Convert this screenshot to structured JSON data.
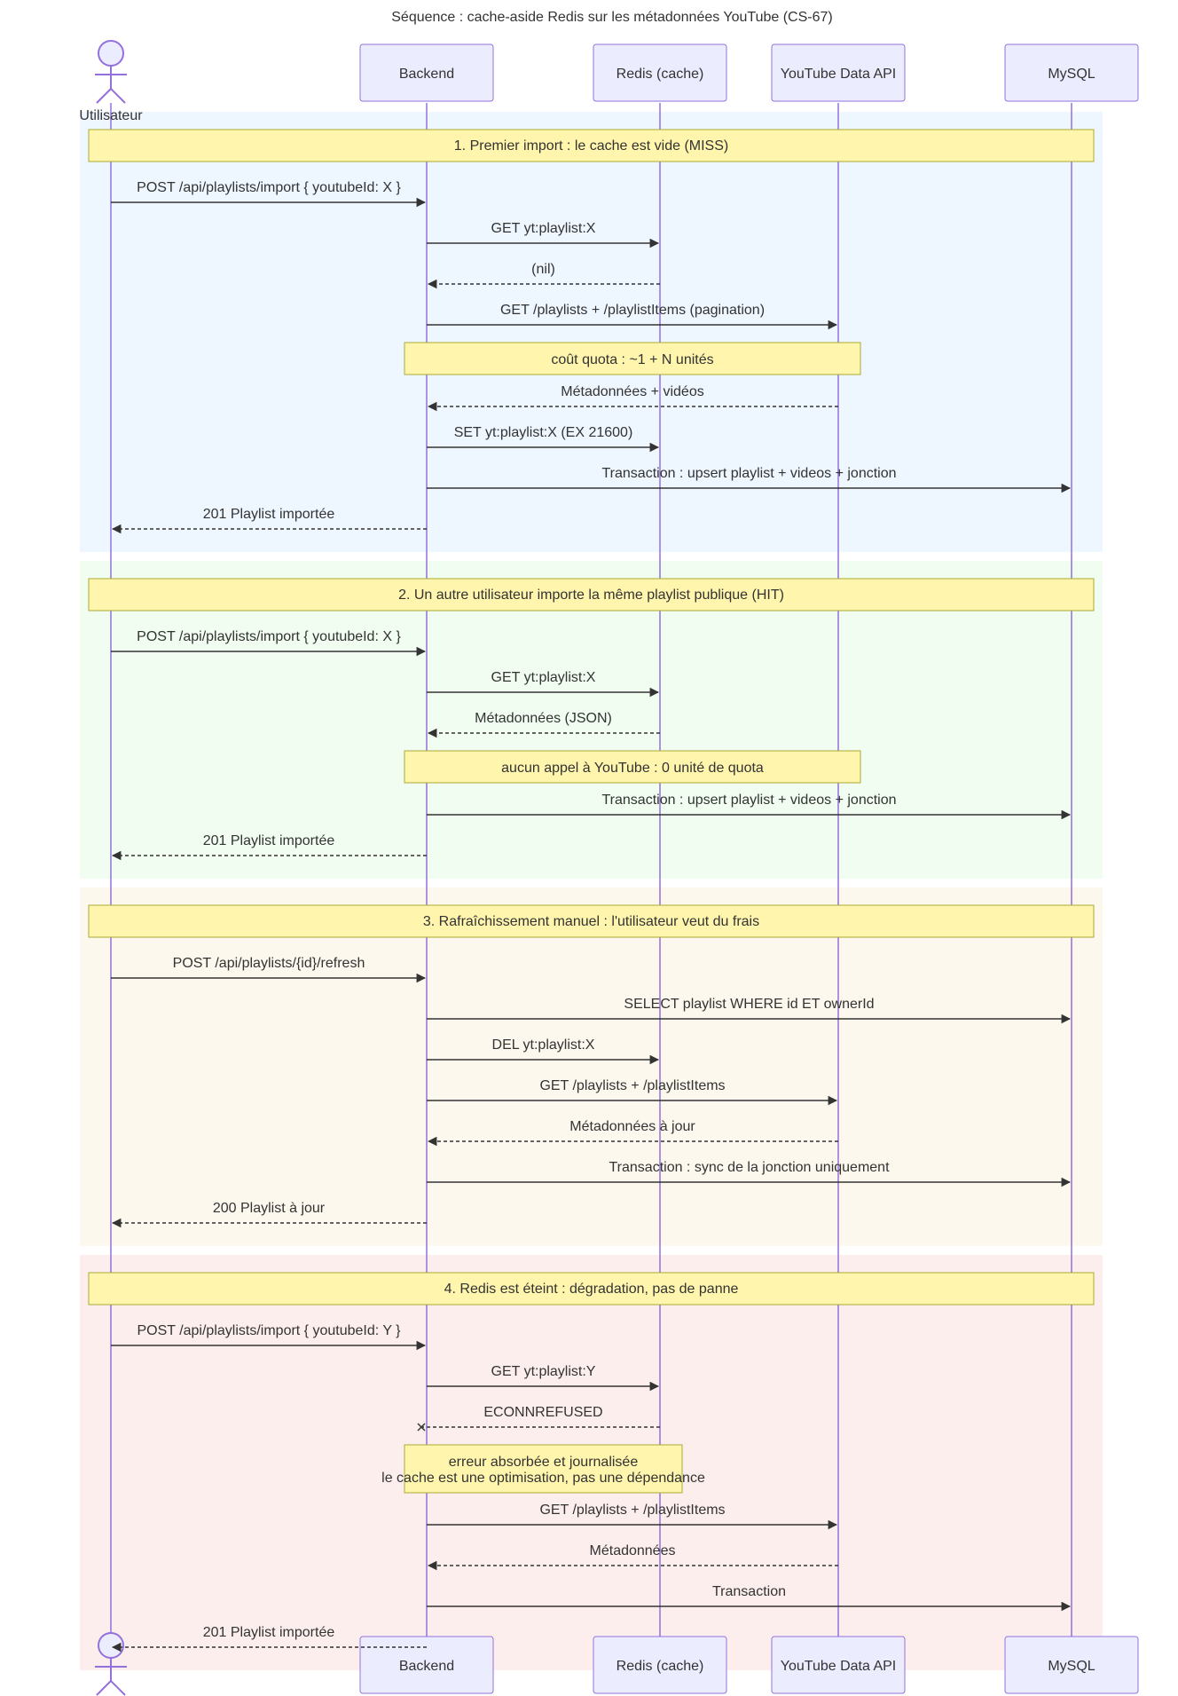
{
  "title": "Séquence : cache-aside Redis sur les métadonnées YouTube (CS-67)",
  "participants": [
    {
      "id": "user",
      "label": "Utilisateur",
      "kind": "actor"
    },
    {
      "id": "backend",
      "label": "Backend",
      "kind": "box"
    },
    {
      "id": "redis",
      "label": "Redis (cache)",
      "kind": "box"
    },
    {
      "id": "yt",
      "label": "YouTube Data API",
      "kind": "box"
    },
    {
      "id": "mysql",
      "label": "MySQL",
      "kind": "box"
    }
  ],
  "sections": [
    {
      "title": "1. Premier import : le cache est vide (MISS)",
      "color": "#EEF6FF",
      "events": [
        {
          "type": "msg",
          "from": "user",
          "to": "backend",
          "label": "POST /api/playlists/import { youtubeId: X }",
          "style": "solid"
        },
        {
          "type": "msg",
          "from": "backend",
          "to": "redis",
          "label": "GET yt:playlist:X",
          "style": "solid"
        },
        {
          "type": "msg",
          "from": "redis",
          "to": "backend",
          "label": "(nil)",
          "style": "dashed"
        },
        {
          "type": "msg",
          "from": "backend",
          "to": "yt",
          "label": "GET /playlists + /playlistItems (pagination)",
          "style": "solid"
        },
        {
          "type": "note",
          "over": [
            "backend",
            "yt"
          ],
          "lines": [
            "coût quota : ~1 + N unités"
          ]
        },
        {
          "type": "msg",
          "from": "yt",
          "to": "backend",
          "label": "Métadonnées + vidéos",
          "style": "dashed"
        },
        {
          "type": "msg",
          "from": "backend",
          "to": "redis",
          "label": "SET yt:playlist:X (EX 21600)",
          "style": "solid"
        },
        {
          "type": "msg",
          "from": "backend",
          "to": "mysql",
          "label": "Transaction : upsert playlist + videos + jonction",
          "style": "solid"
        },
        {
          "type": "msg",
          "from": "backend",
          "to": "user",
          "label": "201 Playlist importée",
          "style": "dashed"
        }
      ]
    },
    {
      "title": "2. Un autre utilisateur importe la même playlist publique (HIT)",
      "color": "#F0FDF0",
      "events": [
        {
          "type": "msg",
          "from": "user",
          "to": "backend",
          "label": "POST /api/playlists/import { youtubeId: X }",
          "style": "solid"
        },
        {
          "type": "msg",
          "from": "backend",
          "to": "redis",
          "label": "GET yt:playlist:X",
          "style": "solid"
        },
        {
          "type": "msg",
          "from": "redis",
          "to": "backend",
          "label": "Métadonnées (JSON)",
          "style": "dashed"
        },
        {
          "type": "note",
          "over": [
            "backend",
            "yt"
          ],
          "lines": [
            "aucun appel à YouTube : 0 unité de quota"
          ]
        },
        {
          "type": "msg",
          "from": "backend",
          "to": "mysql",
          "label": "Transaction : upsert playlist + videos + jonction",
          "style": "solid"
        },
        {
          "type": "msg",
          "from": "backend",
          "to": "user",
          "label": "201 Playlist importée",
          "style": "dashed"
        }
      ]
    },
    {
      "title": "3. Rafraîchissement manuel : l'utilisateur veut du frais",
      "color": "#FDF8EE",
      "events": [
        {
          "type": "msg",
          "from": "user",
          "to": "backend",
          "label": "POST /api/playlists/{id}/refresh",
          "style": "solid"
        },
        {
          "type": "msg",
          "from": "backend",
          "to": "mysql",
          "label": "SELECT playlist WHERE id ET ownerId",
          "style": "solid"
        },
        {
          "type": "msg",
          "from": "backend",
          "to": "redis",
          "label": "DEL yt:playlist:X",
          "style": "solid"
        },
        {
          "type": "msg",
          "from": "backend",
          "to": "yt",
          "label": "GET /playlists + /playlistItems",
          "style": "solid"
        },
        {
          "type": "msg",
          "from": "yt",
          "to": "backend",
          "label": "Métadonnées à jour",
          "style": "dashed"
        },
        {
          "type": "msg",
          "from": "backend",
          "to": "mysql",
          "label": "Transaction : sync de la jonction uniquement",
          "style": "solid"
        },
        {
          "type": "msg",
          "from": "backend",
          "to": "user",
          "label": "200 Playlist à jour",
          "style": "dashed"
        }
      ]
    },
    {
      "title": "4. Redis est éteint : dégradation, pas de panne",
      "color": "#FDEEEE",
      "events": [
        {
          "type": "msg",
          "from": "user",
          "to": "backend",
          "label": "POST /api/playlists/import { youtubeId: Y }",
          "style": "solid"
        },
        {
          "type": "msg",
          "from": "backend",
          "to": "redis",
          "label": "GET yt:playlist:Y",
          "style": "solid"
        },
        {
          "type": "msg",
          "from": "redis",
          "to": "backend",
          "label": "ECONNREFUSED",
          "style": "dashed",
          "end": "cross"
        },
        {
          "type": "note",
          "over": [
            "backend",
            "redis"
          ],
          "lines": [
            "erreur absorbée et journalisée",
            "le cache est une optimisation, pas une dépendance"
          ]
        },
        {
          "type": "msg",
          "from": "backend",
          "to": "yt",
          "label": "GET /playlists + /playlistItems",
          "style": "solid"
        },
        {
          "type": "msg",
          "from": "yt",
          "to": "backend",
          "label": "Métadonnées",
          "style": "dashed"
        },
        {
          "type": "msg",
          "from": "backend",
          "to": "mysql",
          "label": "Transaction",
          "style": "solid"
        },
        {
          "type": "msg",
          "from": "backend",
          "to": "user",
          "label": "201 Playlist importée",
          "style": "dashed"
        }
      ]
    }
  ],
  "colors": {
    "participant_fill": "#ECECFF",
    "participant_stroke": "#9370DB",
    "lifeline": "#9370DB",
    "note_fill": "#FFF5AD",
    "note_stroke": "#AAAA33",
    "text": "#333333"
  }
}
